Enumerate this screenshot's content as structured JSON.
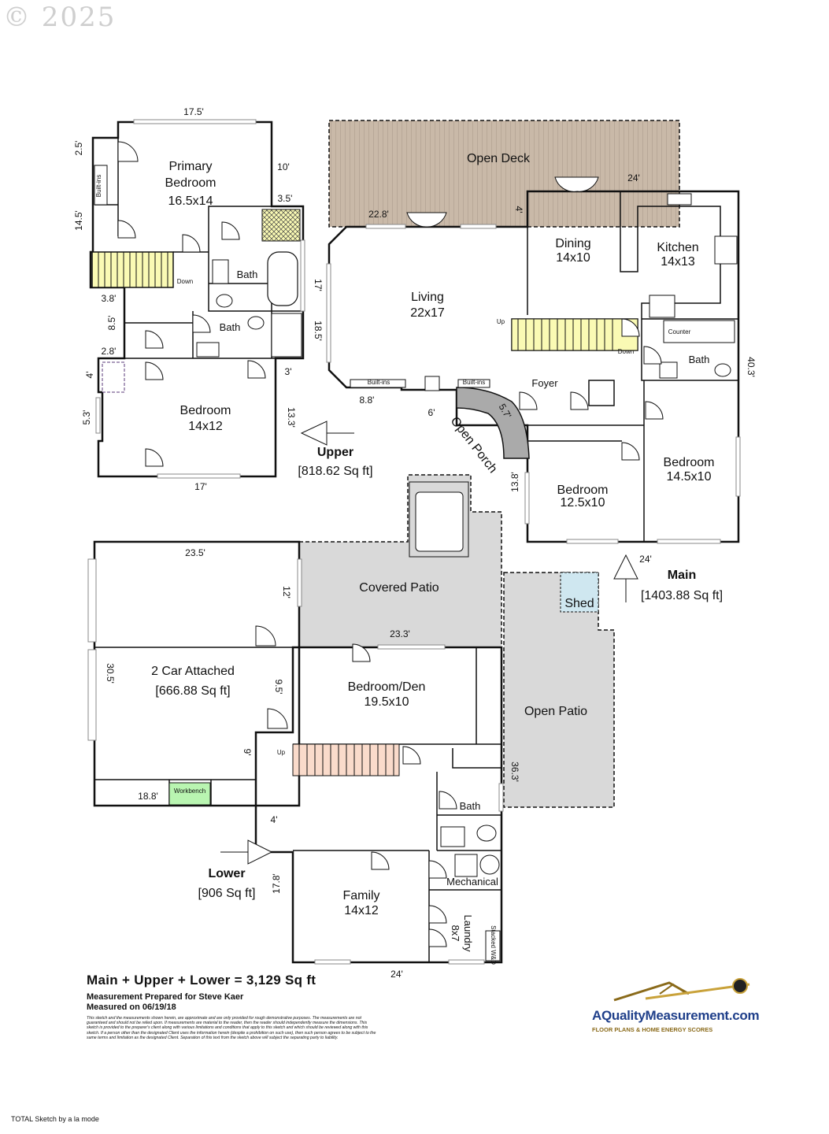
{
  "watermark": "© 2025",
  "upper": {
    "rooms": {
      "primary_bedroom": [
        "Primary",
        "Bedroom",
        "16.5x14"
      ],
      "bath1": "Bath",
      "bath2": "Bath",
      "bedroom": [
        "Bedroom",
        "14x12"
      ],
      "builtins": "Built-ins",
      "down": "Down"
    },
    "dims": [
      "17.5'",
      "10'",
      "3.5'",
      "2.5'",
      "14.5'",
      "17'",
      "18.5'",
      "3.8'",
      "8.5'",
      "2.8'",
      "3'",
      "4'",
      "5.3'",
      "13.3'",
      "17'"
    ],
    "label": "Upper",
    "sqft": "[818.62 Sq ft]"
  },
  "main": {
    "rooms": {
      "open_deck": "Open Deck",
      "living": [
        "Living",
        "22x17"
      ],
      "dining": [
        "Dining",
        "14x10"
      ],
      "kitchen": [
        "Kitchen",
        "14x13"
      ],
      "bath": "Bath",
      "foyer": "Foyer",
      "bedroom_a": [
        "Bedroom",
        "12.5x10"
      ],
      "bedroom_b": [
        "Bedroom",
        "14.5x10"
      ],
      "open_porch": "Open Porch",
      "counter": "Counter",
      "builtins_a": "Built-ins",
      "builtins_b": "Built-ins",
      "up": "Up",
      "down": "Down"
    },
    "dims": [
      "24'",
      "22.8'",
      "4'",
      "8.8'",
      "6'",
      "5.7'",
      "13.8'",
      "40.3'",
      "24'"
    ],
    "label": "Main",
    "sqft": "[1403.88 Sq ft]"
  },
  "lower": {
    "rooms": {
      "covered_patio": "Covered Patio",
      "shed": "Shed",
      "open_patio": "Open Patio",
      "garage": [
        "2 Car Attached",
        "[666.88 Sq ft]"
      ],
      "bedroom_den": [
        "Bedroom/Den",
        "19.5x10"
      ],
      "bath": "Bath",
      "mechanical": "Mechanical",
      "family": [
        "Family",
        "14x12"
      ],
      "laundry": [
        "Laundry",
        "8x7"
      ],
      "stacked": "Stacked W&D",
      "workbench": "Workbench",
      "up": "Up"
    },
    "dims": [
      "23.5'",
      "12'",
      "23.3'",
      "30.5'",
      "9.5'",
      "9'",
      "18.8'",
      "36.3'",
      "4'",
      "17.8'",
      "24'"
    ],
    "label": "Lower",
    "sqft": "[906 Sq ft]"
  },
  "footer": {
    "total": "Main + Upper + Lower = 3,129 Sq ft",
    "prepared": "Measurement Prepared for Steve Kaer",
    "measured": "Measured on 06/19/18",
    "disclaimer": "This sketch and the measurements shown herein, are approximate and are only provided for rough demonstrative purposes. The measurements are not guaranteed and should not be relied upon. If measurements are material to the reader, then the reader should independently measure the dimensions. This sketch is provided to the preparer's client along with various limitations and conditions that apply to this sketch and which should be reviewed along with this sketch. If a person other than the designated Client uses the information herein (despite a prohibition on such use), then such person agrees to be subject to the same terms and limitation as the designated Client. Separation of this text from the sketch above will subject the separating party to liability."
  },
  "logo": {
    "name": "AQualityMeasurement.com",
    "tagline": "FLOOR PLANS & HOME ENERGY SCORES"
  },
  "credit": "TOTAL Sketch by a la mode",
  "colors": {
    "room_fill": "#fafab4",
    "garage_fill": "#b9f5b1",
    "lower_fill": "#fadbcb",
    "patio_fill": "#d9d9d9",
    "deck_fill": "#c9b9a8",
    "logo_blue": "#1f3f8a"
  }
}
